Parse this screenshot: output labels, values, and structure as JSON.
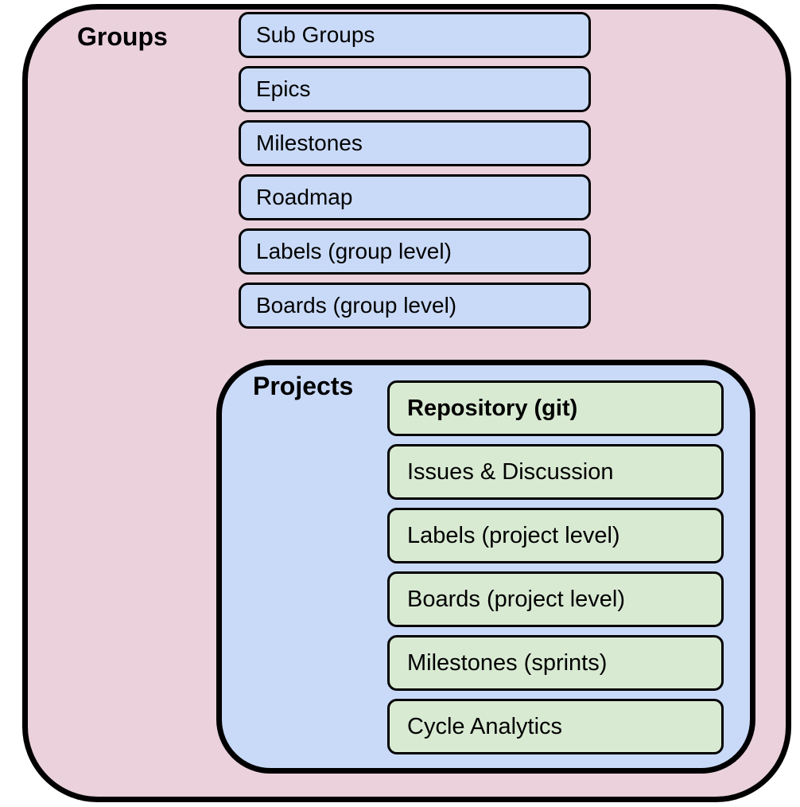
{
  "groups": {
    "label": "Groups",
    "items": [
      {
        "label": "Sub Groups"
      },
      {
        "label": "Epics"
      },
      {
        "label": "Milestones"
      },
      {
        "label": "Roadmap"
      },
      {
        "label": "Labels (group level)"
      },
      {
        "label": "Boards (group level)"
      }
    ],
    "projects": {
      "label": "Projects",
      "items": [
        {
          "label": "Repository (git)",
          "emphasis": "bold"
        },
        {
          "label": "Issues & Discussion"
        },
        {
          "label": "Labels (project level)"
        },
        {
          "label": "Boards (project level)"
        },
        {
          "label": "Milestones (sprints)"
        },
        {
          "label": "Cycle Analytics"
        }
      ]
    }
  },
  "colors": {
    "groups_fill": "#ead1dc",
    "projects_fill": "#c9daf8",
    "group_item_fill": "#c9daf8",
    "project_item_fill": "#d9ead3",
    "border": "#000000"
  }
}
